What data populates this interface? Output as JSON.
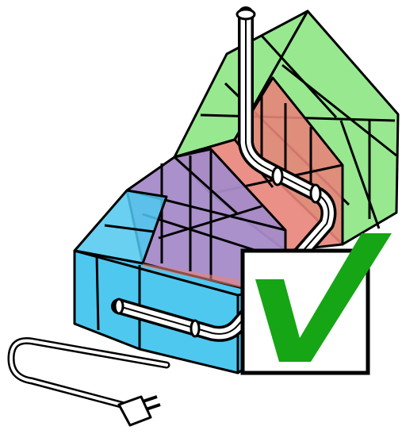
{
  "figure": {
    "icon": "house-pipe-check-icon",
    "background": "#ffffff",
    "outline_color": "#000000",
    "zones": [
      {
        "name": "basement-zone",
        "fill": "#4fc8f0"
      },
      {
        "name": "middle-zone",
        "fill": "#a58bc8"
      },
      {
        "name": "attic-hot-zone",
        "fill": "#e8847a"
      },
      {
        "name": "roof-zone",
        "fill": "#98e890"
      }
    ],
    "checkmark": {
      "icon": "checkmark-icon",
      "color": "#15a515",
      "status": "ok"
    },
    "plug": {
      "icon": "power-plug-icon",
      "fill": "#ffffff"
    }
  }
}
